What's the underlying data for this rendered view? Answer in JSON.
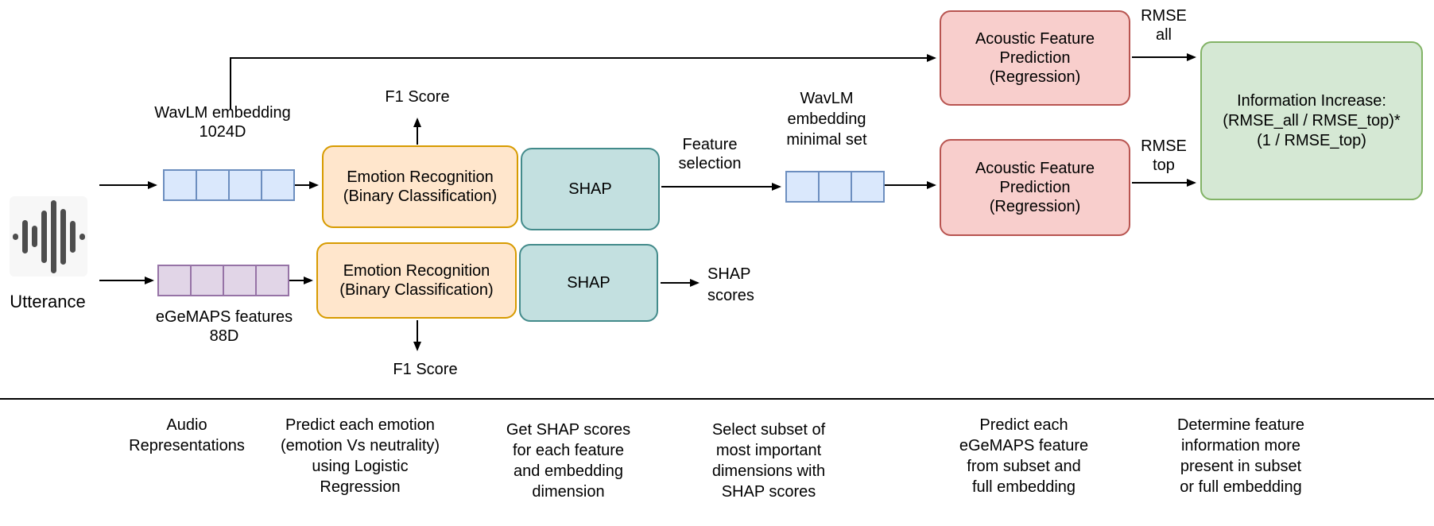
{
  "figure": {
    "input": {
      "icon": "audio-waveform-icon",
      "label": "Utterance"
    },
    "representations": {
      "wavlm": {
        "label": "WavLM embedding\n1024D",
        "cells": 4
      },
      "egemaps": {
        "label": "eGeMAPS features\n88D",
        "cells": 4
      },
      "minimal_set": {
        "label": "WavLM\nembedding\nminimal set",
        "cells": 3
      }
    },
    "boxes": {
      "emotion_recognition": "Emotion Recognition\n(Binary Classification)",
      "shap": "SHAP",
      "acoustic_prediction": "Acoustic Feature\nPrediction\n(Regression)",
      "information_increase": "Information Increase:\n(RMSE_all / RMSE_top)*\n(1 / RMSE_top)"
    },
    "labels": {
      "f1_score_top": "F1 Score",
      "f1_score_bottom": "F1 Score",
      "feature_selection": "Feature\nselection",
      "rmse_all": "RMSE\nall",
      "rmse_top": "RMSE\ntop",
      "shap_scores": "SHAP\nscores"
    },
    "captions": [
      "Audio\nRepresentations",
      "Predict each emotion\n(emotion Vs neutrality)\nusing Logistic\nRegression",
      "Get SHAP scores\nfor each feature\nand embedding\ndimension",
      "Select subset of\nmost important\ndimensions with\nSHAP scores",
      "Predict each\neGeMAPS feature\nfrom subset and\nfull embedding",
      "Determine feature\ninformation more\npresent in subset\nor full embedding"
    ],
    "colors": {
      "vector_blue_fill": "#dae8fc",
      "vector_blue_border": "#6c8ebf",
      "vector_purple_fill": "#e1d5e7",
      "vector_purple_border": "#9673a6",
      "emotion_fill": "#ffe6cc",
      "emotion_border": "#d79b00",
      "shap_fill": "#c3e0e0",
      "shap_border": "#438b8b",
      "acoustic_fill": "#f8cecc",
      "acoustic_border": "#b85450",
      "info_fill": "#d5e8d4",
      "info_border": "#82b366",
      "arrow": "#000000"
    }
  }
}
